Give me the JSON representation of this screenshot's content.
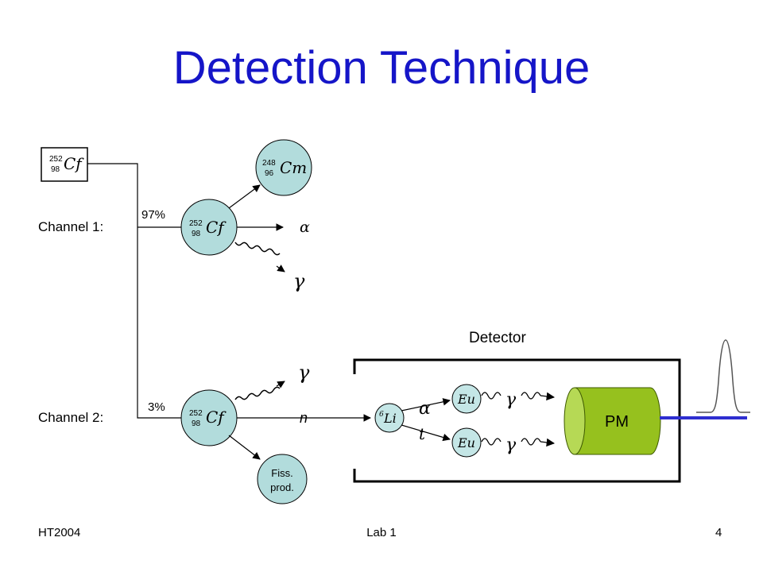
{
  "slide": {
    "title": "Detection Technique",
    "footer": {
      "left": "HT2004",
      "center": "Lab 1",
      "right": "4"
    }
  },
  "diagram": {
    "source": {
      "mass": "252",
      "atomic": "98",
      "symbol": "Cf"
    },
    "channel1": {
      "label": "Channel 1:",
      "branch_percent": "97%",
      "parent": {
        "mass": "252",
        "atomic": "98",
        "symbol": "Cf"
      },
      "daughter": {
        "mass": "248",
        "atomic": "96",
        "symbol": "Cm"
      },
      "alpha": "α",
      "gamma": "γ"
    },
    "channel2": {
      "label": "Channel 2:",
      "branch_percent": "3%",
      "parent": {
        "mass": "252",
        "atomic": "98",
        "symbol": "Cf"
      },
      "gamma": "γ",
      "neutron": "n",
      "fission_products": {
        "line1": "Fiss.",
        "line2": "prod."
      }
    },
    "detector": {
      "label": "Detector",
      "lithium": {
        "mass": "6",
        "symbol": "Li"
      },
      "alpha": "α",
      "triton": "t",
      "europium_top": "Eu",
      "europium_bottom": "Eu",
      "gamma_top": "γ",
      "gamma_bottom": "γ",
      "photomultiplier": "PM"
    }
  },
  "colors": {
    "title": "#1515c8",
    "nucleus_fill": "#b2dcdc",
    "small_nucleus_fill": "#c4e6e6",
    "pm_fill": "#96c11e",
    "signal_line": "#2e2ed0"
  }
}
